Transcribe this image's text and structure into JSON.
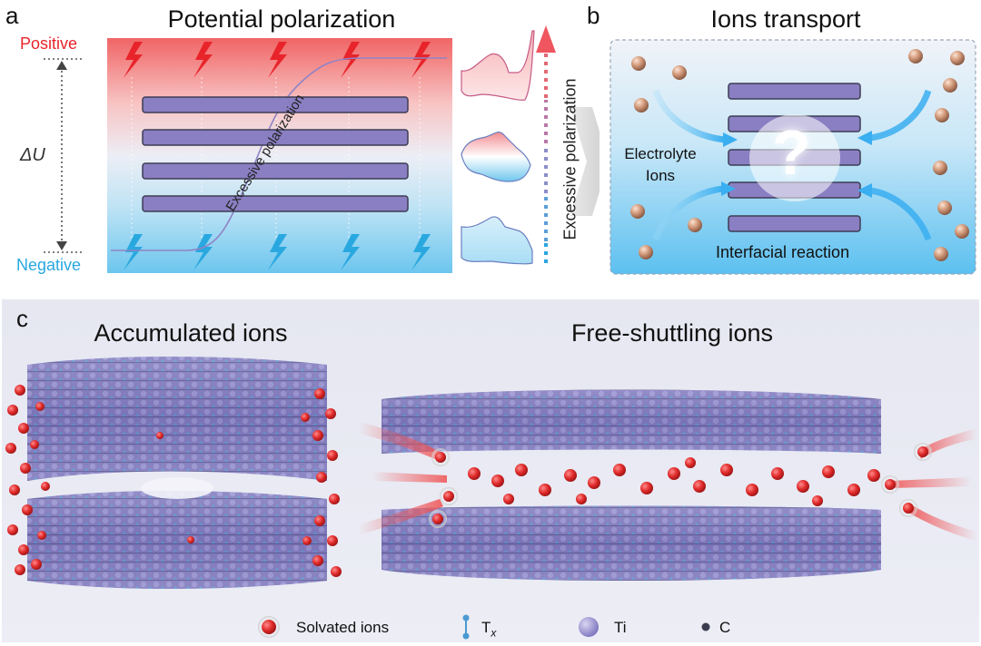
{
  "panel_a": {
    "letter": "a",
    "title": "Potential polarization",
    "positive_label": "Positive",
    "negative_label": "Negative",
    "delta_label": "ΔU",
    "curve_label": "Excessive polarization",
    "arrow_label": "Excessive polarization",
    "colors": {
      "positive": "#e8242a",
      "negative": "#29a8e0",
      "layer": "#8a7fc2"
    }
  },
  "panel_b": {
    "letter": "b",
    "title": "Ions transport",
    "electrolyte_label": "Electrolyte\nIons",
    "interfacial_label": "Interfacial reaction",
    "question_mark": "?"
  },
  "panel_c": {
    "letter": "c",
    "left_title": "Accumulated ions",
    "right_title": "Free-shuttling ions"
  },
  "legend": {
    "solvated": "Solvated ions",
    "tx_main": "T",
    "tx_sub": "x",
    "ti": "Ti",
    "c": "C"
  }
}
